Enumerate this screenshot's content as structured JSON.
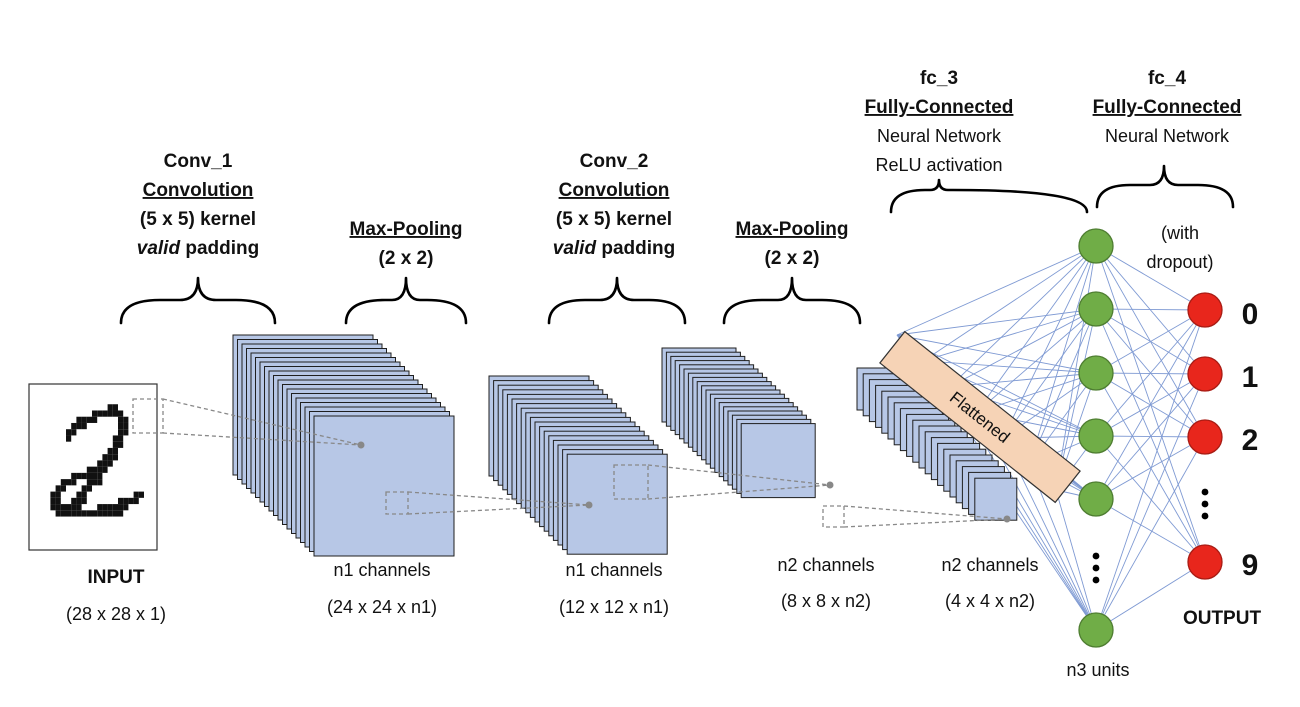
{
  "colors": {
    "feature_map_fill": "#b7c7e6",
    "feature_map_stroke": "#1f1f1f",
    "hidden_unit": "#70ad47",
    "output_unit": "#e8261c",
    "connection": "#7f9ad3",
    "flattened_fill": "#f6d3b6"
  },
  "input": {
    "label": "INPUT",
    "dims": "(28 x 28 x 1)"
  },
  "conv1": {
    "name": "Conv_1",
    "type": "Convolution",
    "kernel": "(5 x 5) kernel",
    "padding_italic": "valid",
    "padding_rest": " padding",
    "channels": "n1 channels",
    "dims": "(24 x 24 x n1)"
  },
  "pool1": {
    "type": "Max-Pooling",
    "size": "(2 x 2)",
    "channels": "n1 channels",
    "dims": "(12 x 12 x n1)"
  },
  "conv2": {
    "name": "Conv_2",
    "type": "Convolution",
    "kernel": "(5 x 5) kernel",
    "padding_italic": "valid",
    "padding_rest": " padding",
    "channels": "n2 channels",
    "dims": "(8 x 8 x n2)"
  },
  "pool2": {
    "type": "Max-Pooling",
    "size": "(2 x 2)",
    "channels": "n2 channels",
    "dims": "(4 x 4 x n2)"
  },
  "flattened": {
    "label": "Flattened"
  },
  "fc3": {
    "name": "fc_3",
    "type": "Fully-Connected",
    "line1": "Neural Network",
    "line2": "ReLU activation",
    "units": "n3 units",
    "dropout_line1": "(with",
    "dropout_line2": "dropout)"
  },
  "fc4": {
    "name": "fc_4",
    "type": "Fully-Connected",
    "line1": "Neural Network"
  },
  "output": {
    "label": "OUTPUT",
    "digits": [
      "0",
      "1",
      "2",
      "9"
    ]
  }
}
